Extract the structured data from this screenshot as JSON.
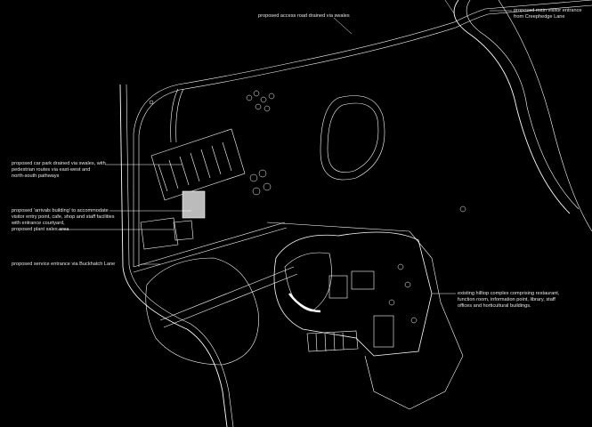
{
  "drawing": {
    "background": "#000000",
    "line_color": "#ffffff",
    "labels": {
      "access_road": [
        "proposed access road drained via swales"
      ],
      "main_entrance": [
        "proposed main visitor entrance",
        "from Creephedge Lane"
      ],
      "car_park": [
        "proposed car park drained via swales, with",
        "pedestrian routes via east-west and",
        "north-south pathways"
      ],
      "arrivals": [
        "proposed 'arrivals building' to accommodate",
        "visitor entry point, cafe, shop and staff facilities",
        "with entrance courtyard,"
      ],
      "plant_sales": [
        "proposed plant sales area"
      ],
      "service_entrance": [
        "proposed service entrance via Buckhatch Lane"
      ],
      "hilltop": [
        "existing hilltop complex comprising restaurant,",
        "function room, information point, library, staff",
        "offices and horticultural buildings."
      ]
    }
  }
}
